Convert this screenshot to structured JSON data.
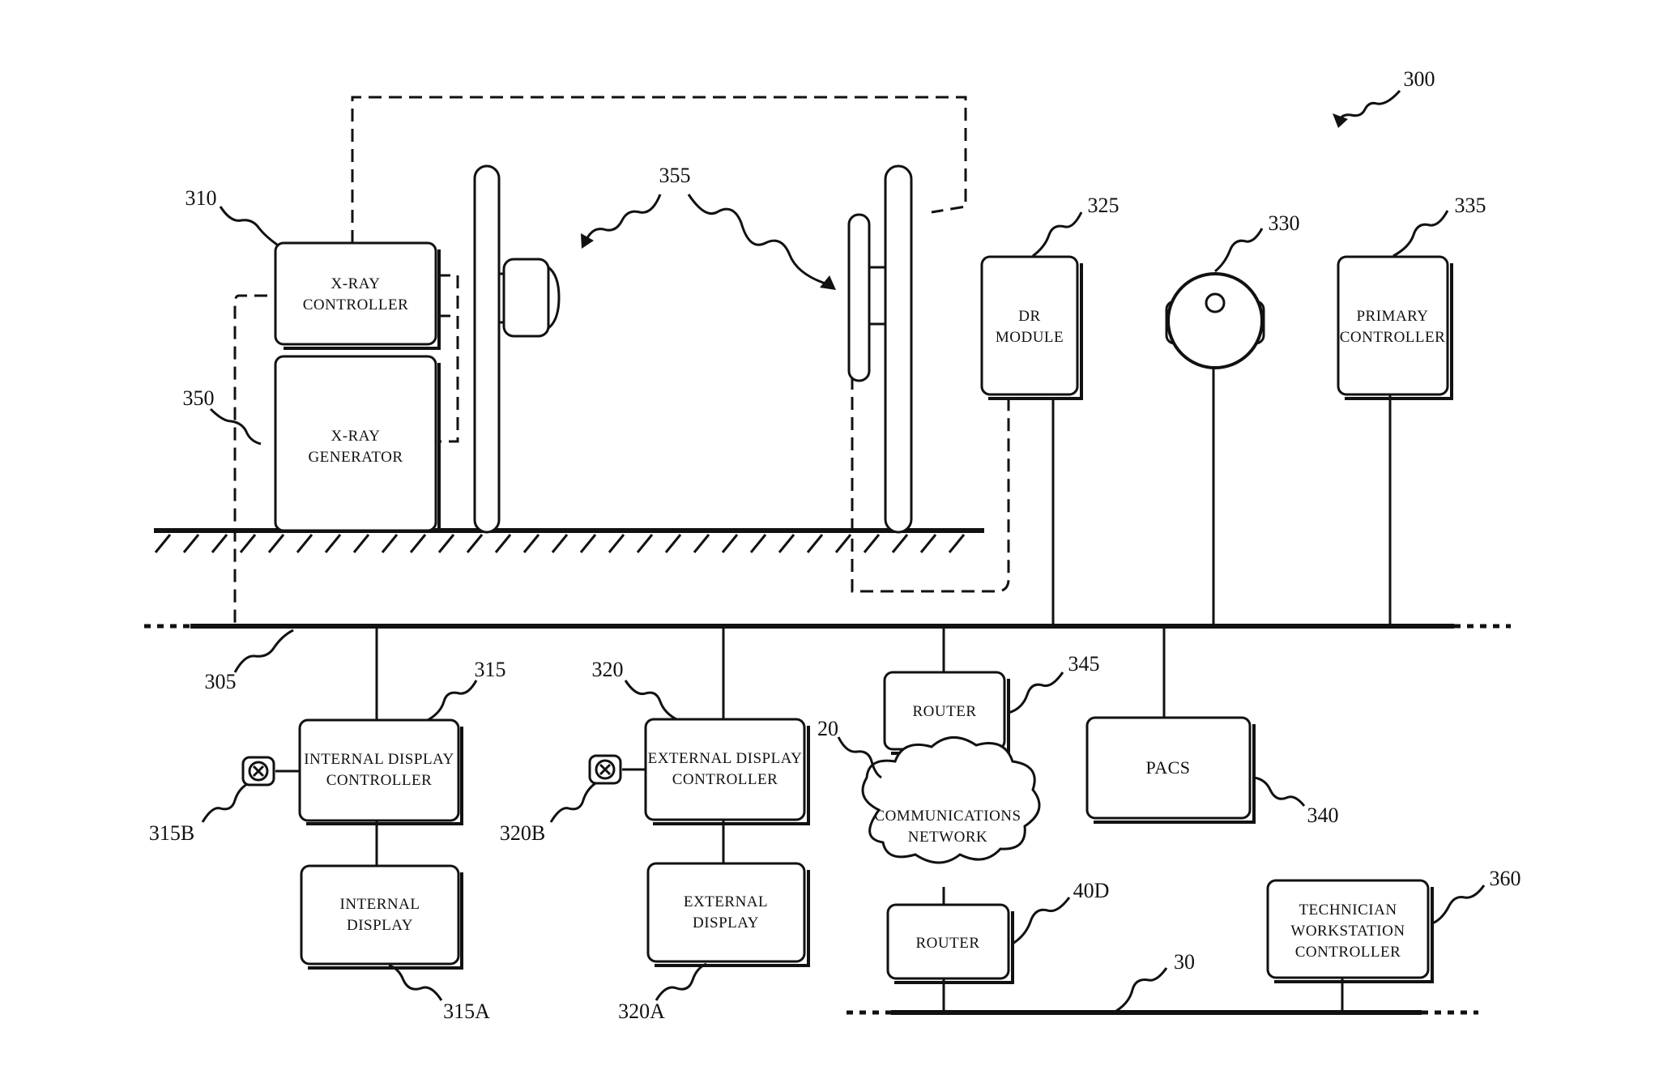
{
  "figure": {
    "ref_system": "300",
    "ref_bus": "305",
    "ref_links": "355"
  },
  "components": {
    "xray_controller": {
      "ref": "310",
      "line1": "X-RAY",
      "line2": "CONTROLLER"
    },
    "xray_generator": {
      "ref": "350",
      "line1": "X-RAY",
      "line2": "GENERATOR"
    },
    "dr_module": {
      "ref": "325",
      "line1": "DR",
      "line2": "MODULE"
    },
    "camera": {
      "ref": "330"
    },
    "primary_controller": {
      "ref": "335",
      "line1": "PRIMARY",
      "line2": "CONTROLLER"
    },
    "internal_display_controller": {
      "ref": "315",
      "line1": "INTERNAL DISPLAY",
      "line2": "CONTROLLER"
    },
    "internal_display": {
      "ref": "315A",
      "line1": "INTERNAL",
      "line2": "DISPLAY"
    },
    "internal_knob": {
      "ref": "315B"
    },
    "external_display_controller": {
      "ref": "320",
      "line1": "EXTERNAL DISPLAY",
      "line2": "CONTROLLER"
    },
    "external_display": {
      "ref": "320A",
      "line1": "EXTERNAL",
      "line2": "DISPLAY"
    },
    "external_knob": {
      "ref": "320B"
    },
    "router_top": {
      "ref": "345",
      "label": "ROUTER"
    },
    "network": {
      "ref": "20",
      "line1": "COMMUNICATIONS",
      "line2": "NETWORK"
    },
    "router_bottom": {
      "ref": "40D",
      "label": "ROUTER"
    },
    "pacs": {
      "ref": "340",
      "label": "PACS"
    },
    "technician": {
      "ref": "360",
      "line1": "TECHNICIAN",
      "line2": "WORKSTATION",
      "line3": "CONTROLLER"
    },
    "remote_bus": {
      "ref": "30"
    }
  }
}
